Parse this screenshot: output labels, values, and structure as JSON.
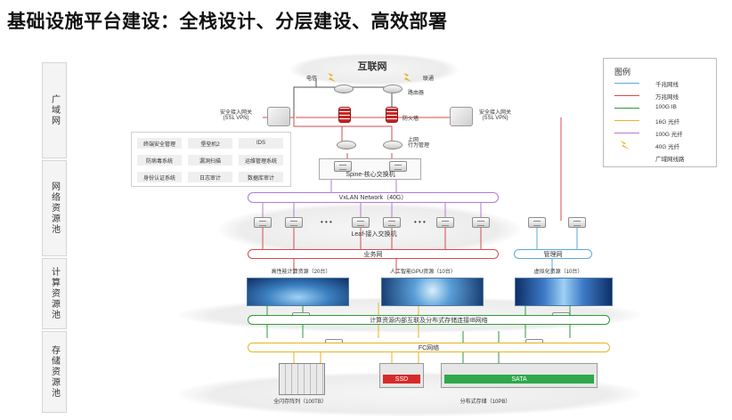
{
  "title": "基础设施平台建设：全栈设计、分层建设、高效部署",
  "zones": [
    "广域网",
    "网络资源池",
    "计算资源池",
    "存储资源池"
  ],
  "wan": {
    "internet": "互联网",
    "isp_left": "电信",
    "isp_right": "联通",
    "router": "路由器",
    "vpn_left": "安全接入网关\n(SSL VPN)",
    "vpn_right": "安全接入网关\n(SSL VPN)",
    "firewall": "防火墙",
    "behavior": "上网\n行为管理"
  },
  "security_items": [
    "终端安全管理",
    "堡垒机2",
    "IDS",
    "防病毒系统",
    "漏洞扫描",
    "运维管理系统",
    "身份认证系统",
    "日志审计",
    "数据库审计"
  ],
  "network": {
    "spine": "Spine-核心交换机",
    "vxlan": "VxLAN Network（40G）",
    "leaf": "Leaf-接入交换机",
    "ellipsis": "• • •",
    "business": "业务网",
    "management": "管理网"
  },
  "compute": {
    "hpc": "高性能计算资源（20台）",
    "ai": "人工智能GPU资源（10台）",
    "virt": "虚拟化资源（10台）",
    "ib": "计算资源内部互联及分布式存储连接IB网络"
  },
  "storage": {
    "fc": "FC网络",
    "allflash": "全闪存阵列（100TB）",
    "ssd": "SSD",
    "sata": "SATA",
    "distributed": "分布式存储（10PB）"
  },
  "legend": {
    "title": "图例",
    "items": [
      {
        "label": "千兆网线",
        "color": "#5aa9dc"
      },
      {
        "label": "万兆网线",
        "color": "#d84a4a"
      },
      {
        "label": "100G IB",
        "color": "#2e9a3e"
      },
      {
        "label": "16G 光纤",
        "color": "#e6b422"
      },
      {
        "label": "100G 光纤",
        "color": "#b27ad6"
      },
      {
        "label": "40G 光纤",
        "color": "#e6b422"
      },
      {
        "label": "广域网线路",
        "color": "#e6b422"
      }
    ]
  }
}
